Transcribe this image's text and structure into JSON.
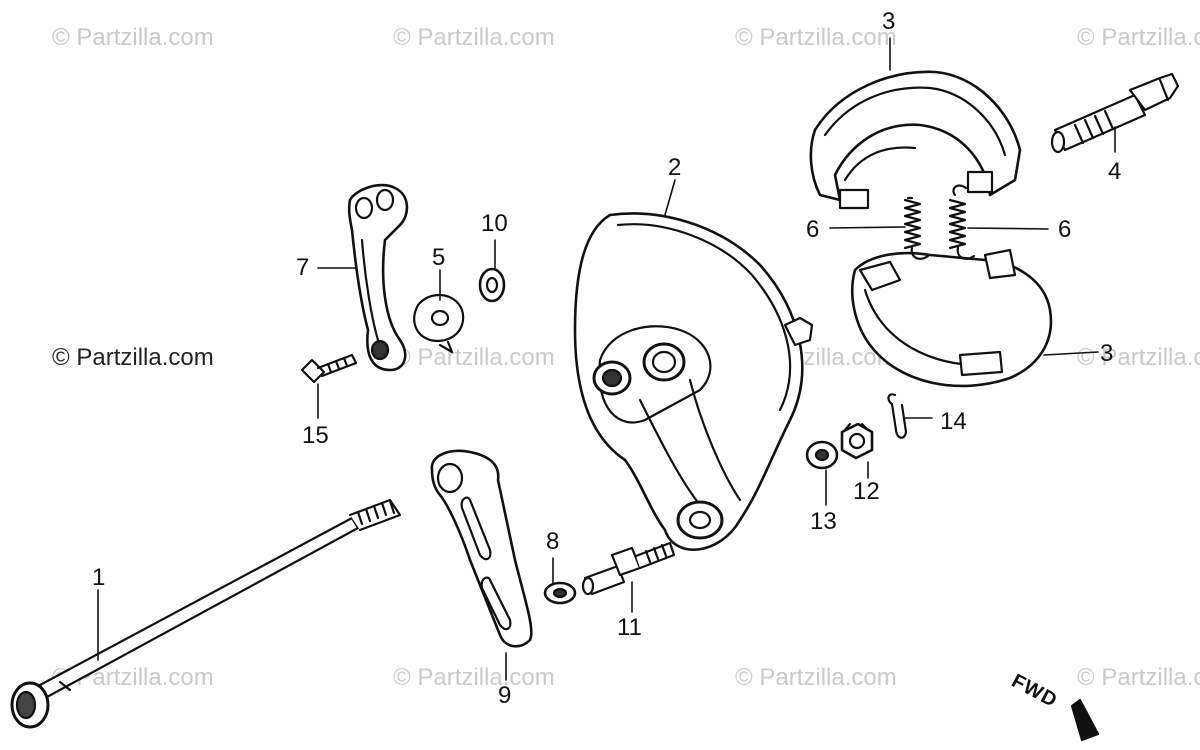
{
  "watermark": "© Partzilla.com",
  "callouts": {
    "c1": "1",
    "c2": "2",
    "c3a": "3",
    "c3b": "3",
    "c4": "4",
    "c5": "5",
    "c6a": "6",
    "c6b": "6",
    "c7": "7",
    "c8": "8",
    "c9": "9",
    "c10": "10",
    "c11": "11",
    "c12": "12",
    "c13": "13",
    "c14": "14",
    "c15": "15"
  },
  "direction_label": "FWD",
  "colors": {
    "line": "#111111",
    "watermark": "#c9c9c9"
  }
}
